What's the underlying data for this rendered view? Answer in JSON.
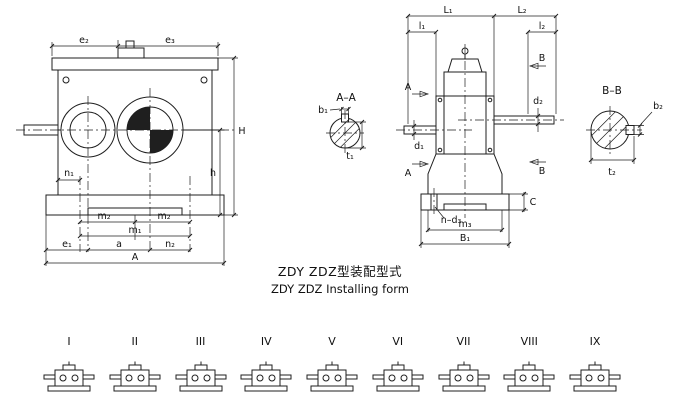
{
  "caption": {
    "title_cn": "ZDY ZDZ型装配型式",
    "title_en": "ZDY ZDZ Installing form"
  },
  "front_view": {
    "dims": {
      "e2": "e₂",
      "e3": "e₃",
      "H": "H",
      "h": "h",
      "n1": "n₁",
      "m2_left": "m₂",
      "m2_right": "m₂",
      "m1": "m₁",
      "e1": "e₁",
      "a": "a",
      "n2": "n₂",
      "A": "A"
    }
  },
  "section_aa": {
    "title": "A–A",
    "dims": {
      "b1": "b₁",
      "t1": "t₁"
    }
  },
  "side_view": {
    "dims": {
      "L1": "L₁",
      "L2": "L₂",
      "l1": "l₁",
      "l2": "l₂",
      "A_top": "A",
      "A_bottom": "A",
      "B_top": "B",
      "B_bottom": "B",
      "d1": "d₁",
      "d2": "d₂",
      "C": "C",
      "n_d3": "n–d₃",
      "m3": "m₃",
      "B1": "B₁"
    }
  },
  "section_bb": {
    "title": "B–B",
    "dims": {
      "b2": "b₂",
      "t2": "t₂"
    }
  },
  "forms": {
    "items": [
      {
        "label": "I"
      },
      {
        "label": "II"
      },
      {
        "label": "III"
      },
      {
        "label": "IV"
      },
      {
        "label": "V"
      },
      {
        "label": "VI"
      },
      {
        "label": "VII"
      },
      {
        "label": "VIII"
      },
      {
        "label": "IX"
      }
    ]
  }
}
